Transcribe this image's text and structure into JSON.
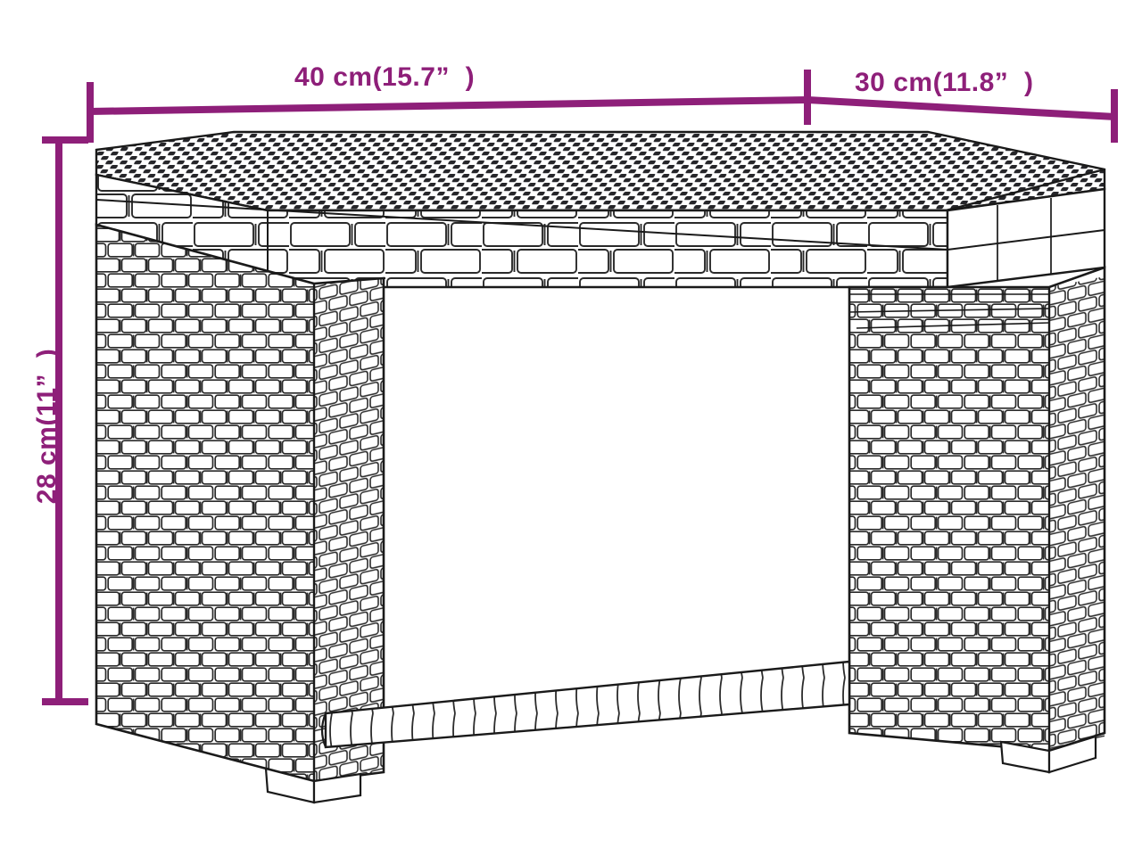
{
  "diagram": {
    "type": "product-dimension-drawing",
    "subject": "outdoor poly rattan side table",
    "background_color": "#ffffff",
    "line_color": "#1a1a1a",
    "dimension_color": "#8E1F79",
    "dimensions": {
      "width": {
        "label": "40 cm(15.7”  )",
        "value_cm": 40,
        "value_in": 15.7,
        "orientation": "horizontal",
        "position": "top-left"
      },
      "depth": {
        "label": "30 cm(11.8”  )",
        "value_cm": 30,
        "value_in": 11.8,
        "orientation": "horizontal",
        "position": "top-right"
      },
      "height": {
        "label": "28 cm(11”  )",
        "value_cm": 28,
        "value_in": 11,
        "orientation": "vertical",
        "position": "left"
      }
    },
    "parts": [
      {
        "name": "tabletop",
        "texture": "dense-dark-woven-rattan"
      },
      {
        "name": "apron",
        "texture": "light-horizontal-weave"
      },
      {
        "name": "left-leg-panel",
        "texture": "basket-brick-weave"
      },
      {
        "name": "right-leg-panel",
        "texture": "basket-brick-weave"
      },
      {
        "name": "bottom-stretcher-bar",
        "texture": "ribbed-wrapped-tube"
      },
      {
        "name": "foot",
        "texture": "plain"
      }
    ]
  }
}
